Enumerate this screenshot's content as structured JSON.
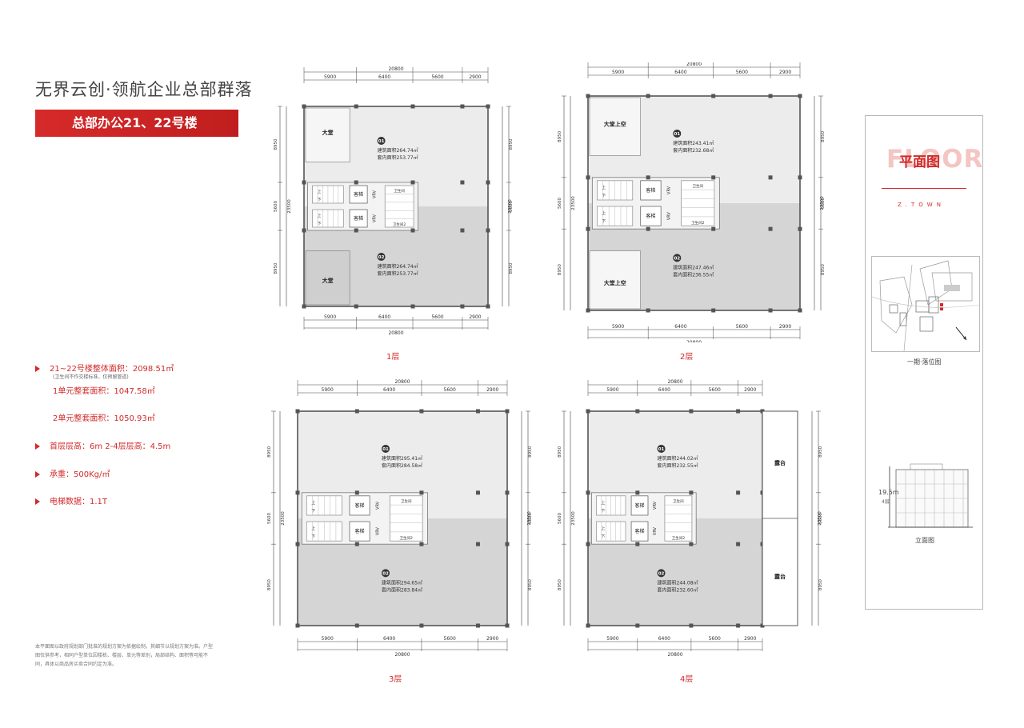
{
  "header": {
    "title": "无界云创·领航企业总部群落",
    "subtitle": "总部办公21、22号楼"
  },
  "specs": [
    {
      "text": "21~22号楼整体面积：2098.51㎡",
      "bullet": true
    },
    {
      "text": "(卫生间不作交楼标准，仅预留管道)",
      "bullet": false,
      "small": true
    },
    {
      "text": "1单元整套面积：1047.58㎡",
      "bullet": false
    },
    {
      "text": "2单元整套面积：1050.93㎡",
      "bullet": false
    },
    {
      "text": "首层层高：6m   2-4层层高：4.5m",
      "bullet": true
    },
    {
      "text": "承重：500Kg/㎡",
      "bullet": true
    },
    {
      "text": "电梯数据：1.1T",
      "bullet": true
    }
  ],
  "disclaimer": "本平面图以政府规划部门批准的规划方案为依据绘制，其细节以规划方案为准。户型图仅供参考，相同户型单位因楼栋、楼层、单元等差别，局部结构、面积等可能不同，具体以商品房买卖合同约定为准。",
  "dims": {
    "total": "20800",
    "cols": [
      "5900",
      "6400",
      "5600",
      "2900"
    ],
    "side_total": "23500",
    "side_parts": [
      "8950",
      "5600",
      "8950"
    ],
    "side_core": "5600"
  },
  "core_labels": {
    "elevator": "客梯",
    "vrv": "VRV",
    "stair_up": "上",
    "stair_down": "下",
    "toilet": "卫生间",
    "toilet_2": "卫生间2"
  },
  "plans": [
    {
      "label": "1层",
      "unit1": {
        "no": "01",
        "gross": "建筑面积264.74㎡",
        "net": "套内面积253.77㎡",
        "room": "大堂"
      },
      "unit2": {
        "no": "02",
        "gross": "建筑面积264.74㎡",
        "net": "套内面积253.77㎡",
        "room": "大堂"
      }
    },
    {
      "label": "2层",
      "unit1": {
        "no": "01",
        "gross": "建筑面积243.41㎡",
        "net": "套内面积232.68㎡",
        "room": "大堂上空"
      },
      "unit2": {
        "no": "02",
        "gross": "建筑面积247.46㎡",
        "net": "套内面积236.55㎡",
        "room": "大堂上空"
      }
    },
    {
      "label": "3层",
      "unit1": {
        "no": "01",
        "gross": "建筑面积295.41㎡",
        "net": "套内面积284.58㎡"
      },
      "unit2": {
        "no": "02",
        "gross": "建筑面积294.65㎡",
        "net": "套内面积283.84㎡"
      }
    },
    {
      "label": "4层",
      "unit1": {
        "no": "01",
        "gross": "建筑面积244.02㎡",
        "net": "套内面积232.55㎡"
      },
      "unit2": {
        "no": "02",
        "gross": "建筑面积244.08㎡",
        "net": "套内面积232.60㎡"
      },
      "terrace": "露台"
    }
  ],
  "sidebar": {
    "floor_word": "FLOOR",
    "heading": "平面图",
    "brand": "Z.TOWN",
    "site_caption": "一期·落位图",
    "elevation_caption": "立面图",
    "height": "19.5m",
    "floors": "4层"
  },
  "colors": {
    "accent": "#d22a2a",
    "unit1_fill": "#ececec",
    "unit2_fill": "#d5d5d5",
    "wall": "#555555"
  }
}
